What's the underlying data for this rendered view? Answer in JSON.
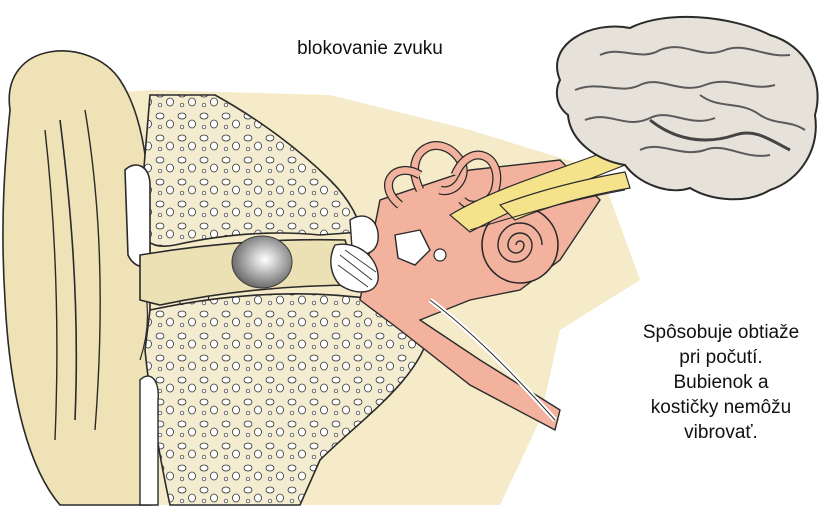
{
  "title": "blokovanie zvuku",
  "caption_lines": [
    "Spôsobuje obtiaže",
    "pri počutí.",
    "Bubienok a",
    "kostičky nemôžu",
    "vibrovať."
  ],
  "colors": {
    "skin": "#f5ebc8",
    "skin_outline": "#2a2a2a",
    "bone_fill": "#f3ecd0",
    "inner_ear": "#f2b29d",
    "nerve": "#f4e38a",
    "brain": "#e6e2d9",
    "brain_dark": "#5a5a5a",
    "wax_plug": "#8c8c8c",
    "drum": "#ffffff"
  }
}
